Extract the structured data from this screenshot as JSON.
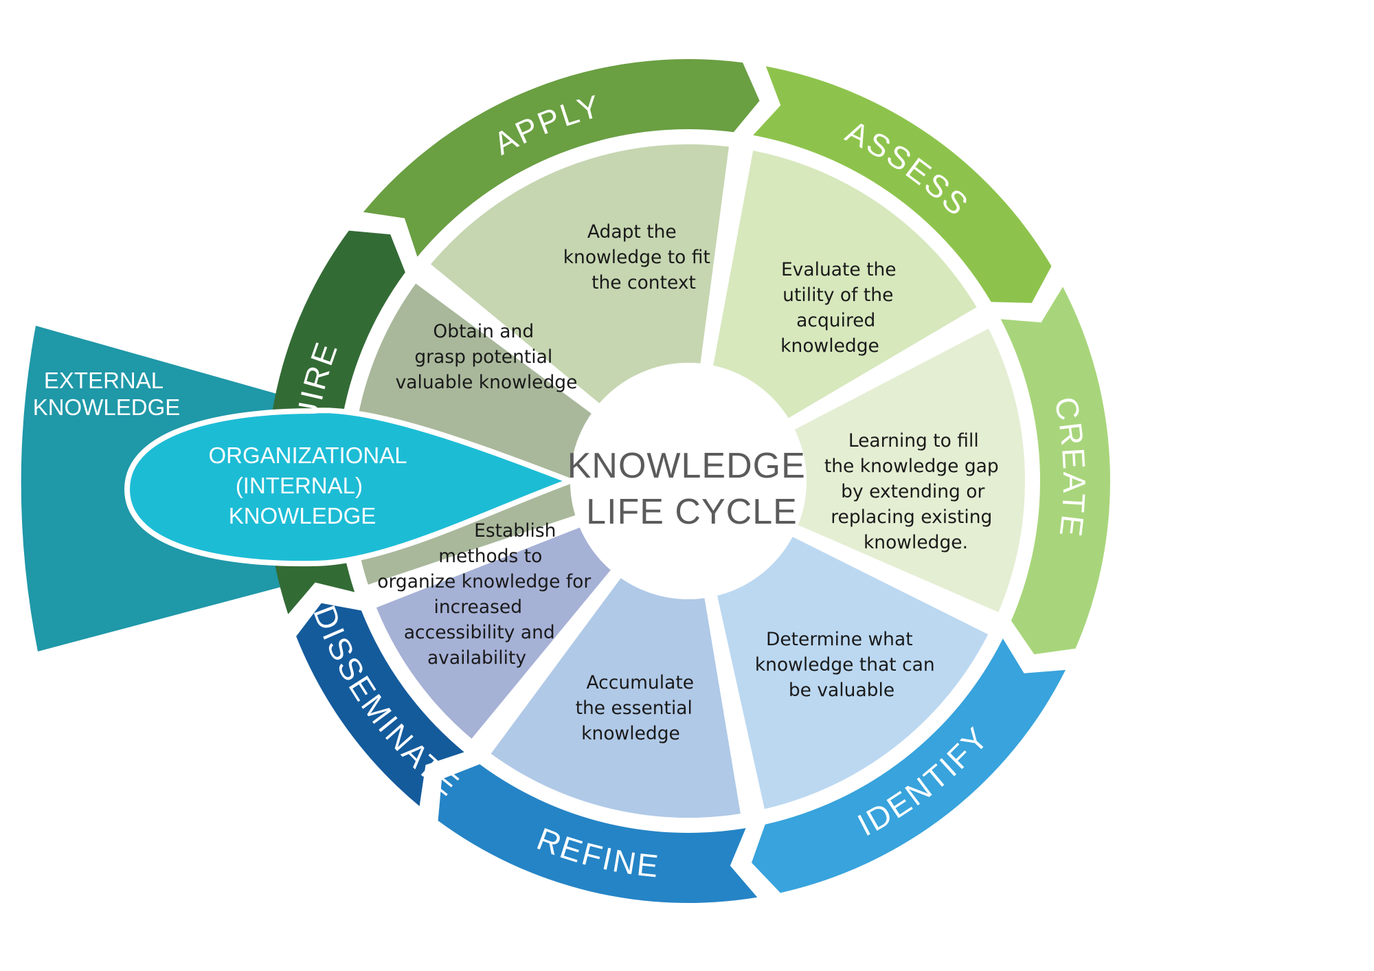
{
  "center": {
    "line1": "KNOWLEDGE",
    "line2": "LIFE CYCLE"
  },
  "stages": [
    {
      "label": "ACQUIRE",
      "desc": [
        "Obtain and",
        "grasp potential",
        "valuable knowledge"
      ],
      "outer_color": "#336b35",
      "inner_color": "#a9b89b"
    },
    {
      "label": "APPLY",
      "desc": [
        "Adapt the",
        "knowledge to fit",
        "the context"
      ],
      "outer_color": "#6a9f42",
      "inner_color": "#c6d6b1"
    },
    {
      "label": "ASSESS",
      "desc": [
        "Evaluate the",
        "utility of the",
        "acquired",
        "knowledge"
      ],
      "outer_color": "#8dc34c",
      "inner_color": "#d7e8bd"
    },
    {
      "label": "CREATE",
      "desc": [
        "Learning to fill",
        "the knowledge gap",
        "by extending or",
        "replacing existing",
        "knowledge."
      ],
      "outer_color": "#a8d57b",
      "inner_color": "#e4eed3"
    },
    {
      "label": "IDENTIFY",
      "desc": [
        "Determine what",
        "knowledge that can",
        "be valuable"
      ],
      "outer_color": "#38a3dc",
      "inner_color": "#bcd8f1"
    },
    {
      "label": "REFINE",
      "desc": [
        "Accumulate",
        "the essential",
        "knowledge"
      ],
      "outer_color": "#2584c6",
      "inner_color": "#b0c9e7"
    },
    {
      "label": "DISSEMINATE",
      "desc": [
        "Establish",
        "methods to",
        "organize knowledge for",
        "increased",
        "accessibility and",
        "availability"
      ],
      "outer_color": "#145b9c",
      "inner_color": "#a6b1d6"
    }
  ],
  "external": {
    "lines": [
      "EXTERNAL",
      "KNOWLEDGE"
    ],
    "color": "#1f98a8"
  },
  "internal": {
    "lines": [
      "ORGANIZATIONAL",
      "(INTERNAL)",
      "KNOWLEDGE"
    ],
    "color": "#1dbcd5"
  }
}
